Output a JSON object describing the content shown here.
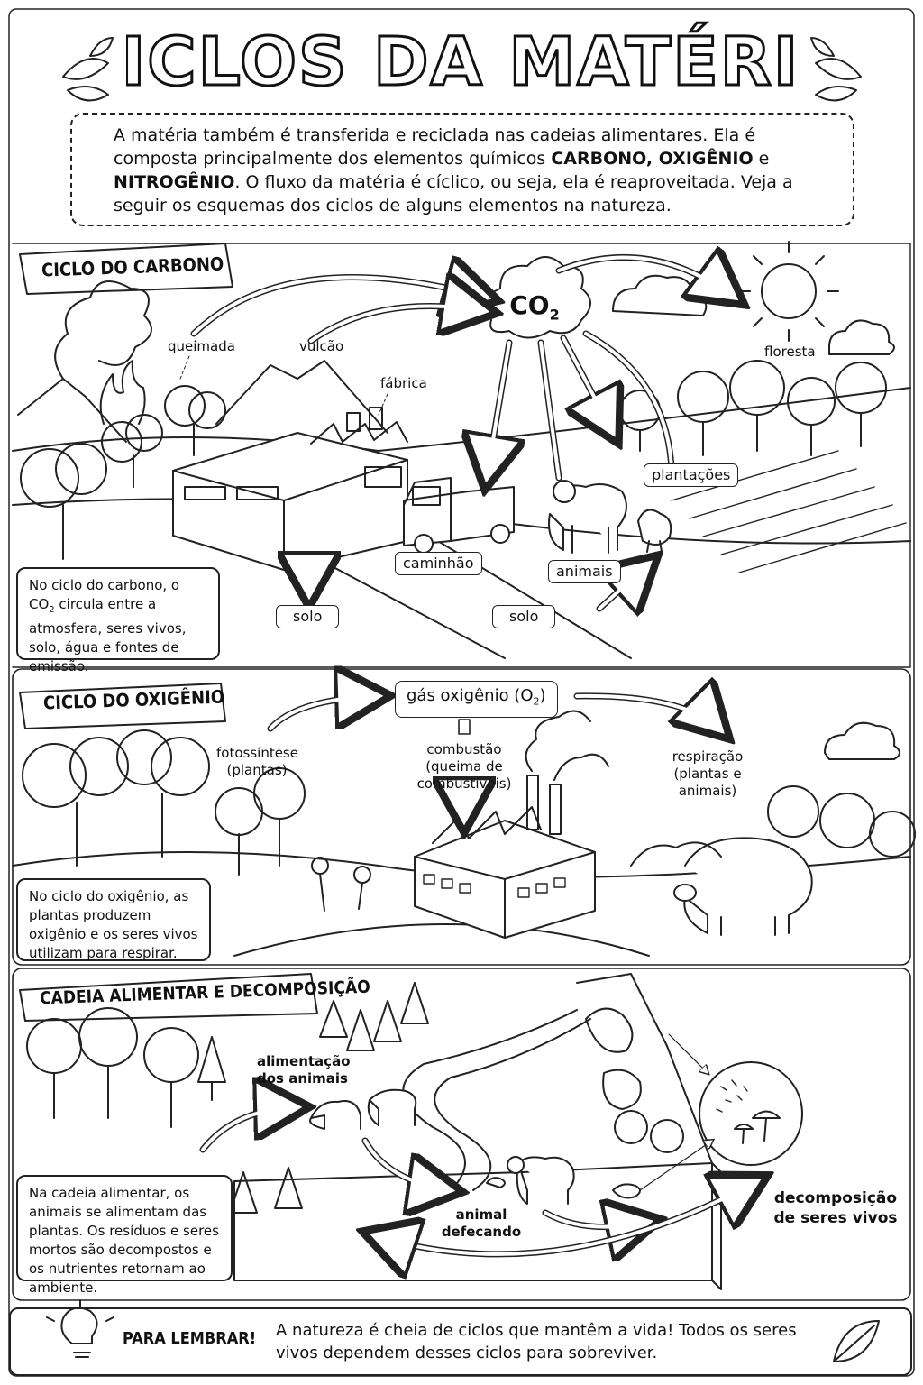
{
  "title": "CICLOS DA MATÉRIA",
  "intro": {
    "p1": "A matéria também é transferida e reciclada nas cadeias alimentares. Ela é composta principalmente dos elementos químicos ",
    "b1": "CARBONO, OXIGÊNIO",
    "p2": " e ",
    "b2": "NITROGÊNIO",
    "p3": ". O fluxo da matéria é cíclico, ou seja, ela é reaproveitada. Veja a seguir os esquemas dos ciclos de alguns elementos na natureza."
  },
  "carbon": {
    "banner": "CICLO DO CARBONO",
    "co2": "CO",
    "co2_sub": "2",
    "queimada": "queimada",
    "vulcao": "vulcão",
    "fabrica": "fábrica",
    "floresta": "floresta",
    "plantacoes": "plantações",
    "caminhao": "caminhão",
    "animais": "animais",
    "solo1": "solo",
    "solo2": "solo",
    "note_a": "No ciclo do carbono, o CO",
    "note_sub": "2",
    "note_b": " circula entre a atmosfera, seres vivos, solo, água e fontes de emissão."
  },
  "oxygen": {
    "banner": "CICLO DO OXIGÊNIO",
    "gas": "gás oxigênio (O",
    "gas_sub": "2",
    "gas_end": ")",
    "fotossintese": "fotossíntese",
    "fotossintese2": "(plantas)",
    "combustao": "combustão",
    "combustao2": "(queima de",
    "combustao3": "combustíveis)",
    "respiracao": "respiração",
    "respiracao2": "(plantas e",
    "respiracao3": "animais)",
    "note": "No ciclo do oxigênio, as plantas produzem oxigênio e os seres vivos utilizam para respirar."
  },
  "food": {
    "banner": "CADEIA ALIMENTAR E DECOMPOSIÇÃO",
    "alimentacao": "alimentação",
    "alimentacao2": "dos animais",
    "defecando": "animal",
    "defecando2": "defecando",
    "decomp": "decomposição",
    "decomp2": "de seres vivos",
    "note": "Na cadeia alimentar, os animais se alimentam das plantas. Os resíduos e seres mortos são decompostos e os nutrientes retornam ao ambiente."
  },
  "footer": {
    "label": "PARA LEMBRAR!",
    "text": "A natureza é cheia de ciclos que mantêm a vida! Todos os seres vivos dependem desses ciclos para sobreviver."
  }
}
